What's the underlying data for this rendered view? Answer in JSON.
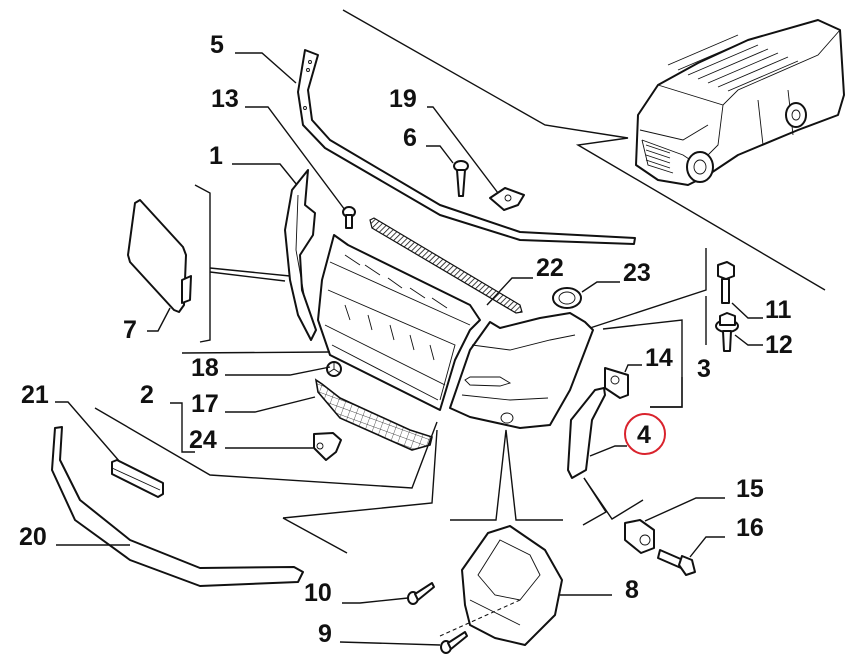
{
  "diagram": {
    "title": "Front bumper exploded parts diagram",
    "highlight_color": "#d9232d",
    "line_color": "#111111",
    "highlighted_part": "4",
    "callouts": [
      {
        "id": "c5",
        "label": "5",
        "part": "upper-trim-strip"
      },
      {
        "id": "c13",
        "label": "13",
        "part": "push-clip"
      },
      {
        "id": "c19",
        "label": "19",
        "part": "spring-nut-clip"
      },
      {
        "id": "c6",
        "label": "6",
        "part": "self-tapping-screw"
      },
      {
        "id": "c1",
        "label": "1",
        "part": "bumper-corner-left"
      },
      {
        "id": "c7",
        "label": "7",
        "part": "tow-hook-cover"
      },
      {
        "id": "c22",
        "label": "22",
        "part": "grille-mesh-strip"
      },
      {
        "id": "c23",
        "label": "23",
        "part": "grommet"
      },
      {
        "id": "c11",
        "label": "11",
        "part": "hex-bolt"
      },
      {
        "id": "c12",
        "label": "12",
        "part": "flange-bolt"
      },
      {
        "id": "c18",
        "label": "18",
        "part": "badge-emblem"
      },
      {
        "id": "c2",
        "label": "2",
        "part": "central-grille-assembly"
      },
      {
        "id": "c17",
        "label": "17",
        "part": "lower-grille"
      },
      {
        "id": "c24",
        "label": "24",
        "part": "bracket"
      },
      {
        "id": "c14",
        "label": "14",
        "part": "clip-nut"
      },
      {
        "id": "c3",
        "label": "3",
        "part": "bumper-corner-right-assembly"
      },
      {
        "id": "c4",
        "label": "4",
        "part": "wheel-arch-extension"
      },
      {
        "id": "c21",
        "label": "21",
        "part": "spacer-strip"
      },
      {
        "id": "c20",
        "label": "20",
        "part": "lower-spoiler"
      },
      {
        "id": "c15",
        "label": "15",
        "part": "cage-nut"
      },
      {
        "id": "c16",
        "label": "16",
        "part": "bolt"
      },
      {
        "id": "c10",
        "label": "10",
        "part": "screw"
      },
      {
        "id": "c8",
        "label": "8",
        "part": "fog-lamp-housing"
      },
      {
        "id": "c9",
        "label": "9",
        "part": "screw"
      }
    ]
  }
}
